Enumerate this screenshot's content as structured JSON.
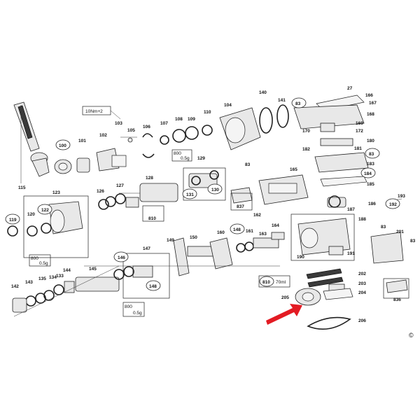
{
  "parts": {
    "p27": "27",
    "p166": "166",
    "p83a": "83",
    "p167": "167",
    "p168": "168",
    "p169": "169",
    "p170": "170",
    "p172": "172",
    "p180": "180",
    "p182": "182",
    "p181": "181",
    "p83b": "83",
    "p183": "183",
    "p184": "184",
    "p185": "185",
    "p140": "140",
    "p141": "141",
    "p104": "104",
    "p110": "110",
    "p109": "109",
    "p108": "108",
    "p107": "107",
    "p106": "106",
    "p105": "105",
    "p103": "103",
    "p102": "102",
    "p101": "101",
    "p100": "100",
    "p115": "115",
    "p129": "129",
    "p83c": "83",
    "p165": "165",
    "p131": "131",
    "p130": "130",
    "p837": "837",
    "p128": "128",
    "p127": "127",
    "p126": "126",
    "p123": "123",
    "p120": "120",
    "p122": "122",
    "p119": "119",
    "p810a": "810",
    "p193": "193",
    "p192": "192",
    "p186": "186",
    "p187": "187",
    "p188": "188",
    "p83d": "83",
    "p201": "201",
    "p83e": "83",
    "p162": "162",
    "p163": "163",
    "p164": "164",
    "p148a": "148",
    "p161": "161",
    "p160": "160",
    "p150": "150",
    "p149": "149",
    "p147": "147",
    "p146": "146",
    "p145": "145",
    "p144": "144",
    "p143": "143",
    "p142": "142",
    "p135": "135",
    "p134": "134",
    "p133": "133",
    "p148b": "148",
    "p191": "191",
    "p190": "190",
    "p202": "202",
    "p203": "203",
    "p204": "204",
    "p205": "205",
    "p206": "206",
    "p810b": "810",
    "p836": "836"
  },
  "annotations": {
    "torque": "10Nm+2",
    "grease_a_qty": "800",
    "grease_a_amount": "0.5g",
    "grease_b_qty": "800",
    "grease_b_amount": "0.5g",
    "grease_c_qty": "800",
    "grease_c_amount": "0.5g",
    "oil_amount": "70ml",
    "copyright": "©"
  },
  "colors": {
    "highlight_arrow": "#e31b23",
    "ink": "#222222"
  }
}
